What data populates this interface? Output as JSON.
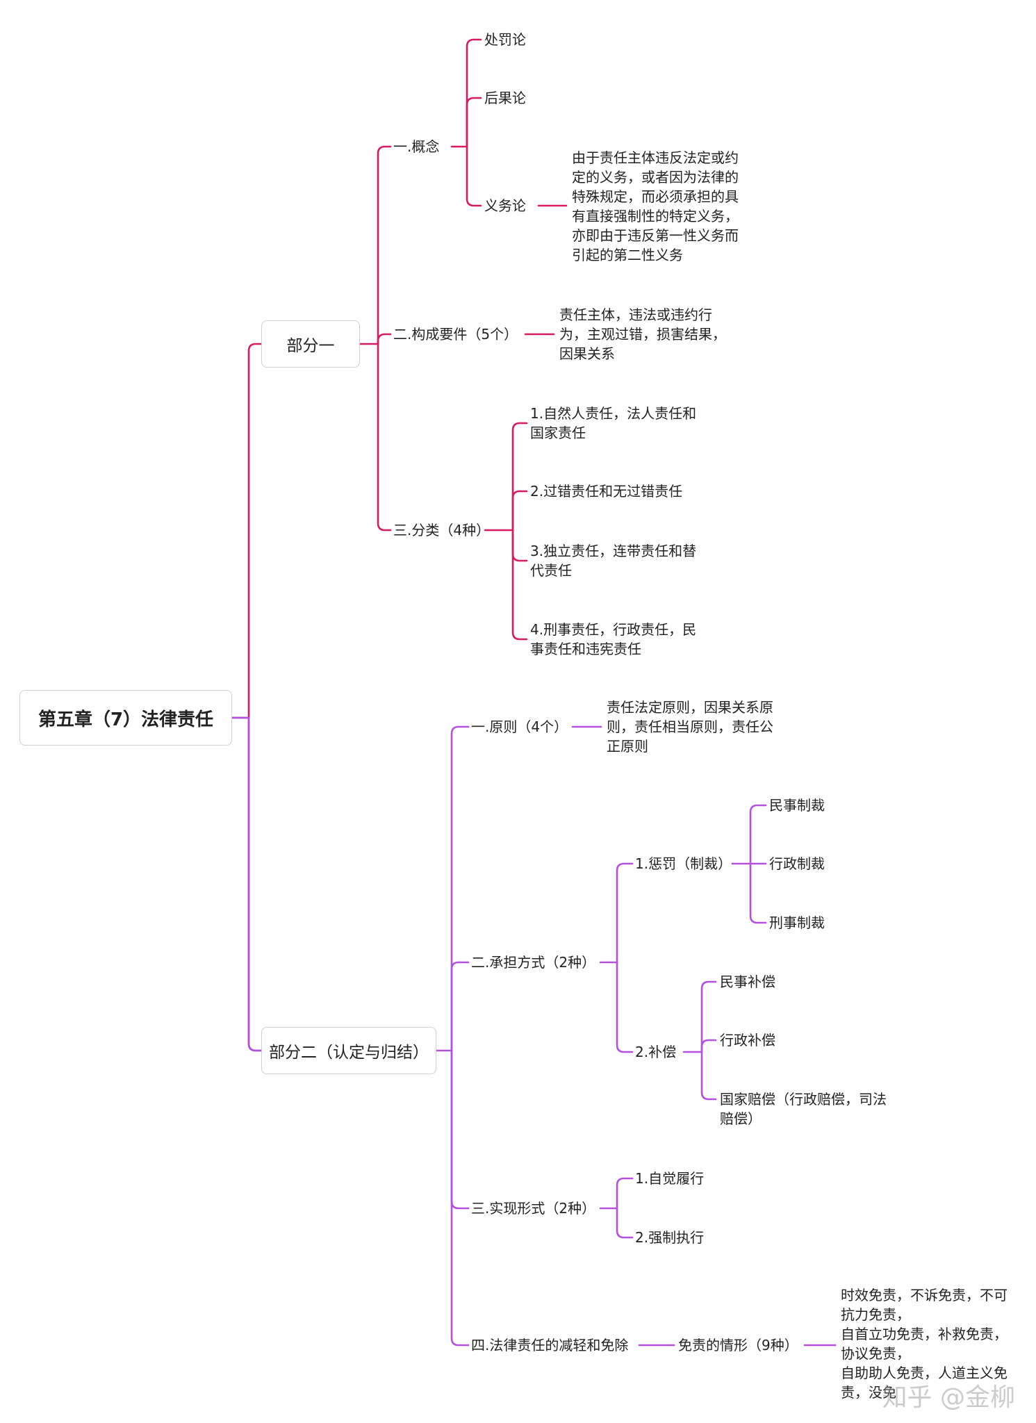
{
  "colors": {
    "part1": "#d81b60",
    "part2": "#b450e0"
  },
  "root": {
    "label": "第五章（7）法律责任"
  },
  "part1": {
    "label": "部分一",
    "concept": {
      "label": "一.概念",
      "items": [
        "处罚论",
        "后果论",
        "义务论"
      ],
      "duty_note": "由于责任主体违反法定或约\n定的义务，或者因为法律的\n特殊规定，而必须承担的具\n有直接强制性的特定义务，\n亦即由于违反第一性义务而\n引起的第二性义务"
    },
    "elements": {
      "label": "二.构成要件（5个）",
      "note": "责任主体，违法或违约行\n为，主观过错，损害结果，\n因果关系"
    },
    "classification": {
      "label": "三.分类（4种）",
      "items": [
        "1.自然人责任，法人责任和\n国家责任",
        "2.过错责任和无过错责任",
        "3.独立责任，连带责任和替\n代责任",
        "4.刑事责任，行政责任，民\n事责任和违宪责任"
      ]
    }
  },
  "part2": {
    "label": "部分二（认定与归结）",
    "principles": {
      "label": "一.原则（4个）",
      "note": "责任法定原则，因果关系原\n则，责任相当原则，责任公\n正原则"
    },
    "bearing": {
      "label": "二.承担方式（2种）",
      "punish": {
        "label": "1.惩罚（制裁）",
        "items": [
          "民事制裁",
          "行政制裁",
          "刑事制裁"
        ]
      },
      "compensate": {
        "label": "2.补偿",
        "items": [
          "民事补偿",
          "行政补偿",
          "国家赔偿（行政赔偿，司法\n赔偿）"
        ]
      }
    },
    "realization": {
      "label": "三.实现形式（2种）",
      "items": [
        "1.自觉履行",
        "2.强制执行"
      ]
    },
    "mitigation": {
      "label": "四.法律责任的减轻和免除",
      "exempt": {
        "label": "免责的情形（9种）",
        "note": "时效免责，不诉免责，不可\n抗力免责，\n自首立功免责，补救免责，\n协议免责，\n自助助人免责，人道主义免\n责，没免"
      }
    }
  },
  "watermark": "知乎 @金柳"
}
